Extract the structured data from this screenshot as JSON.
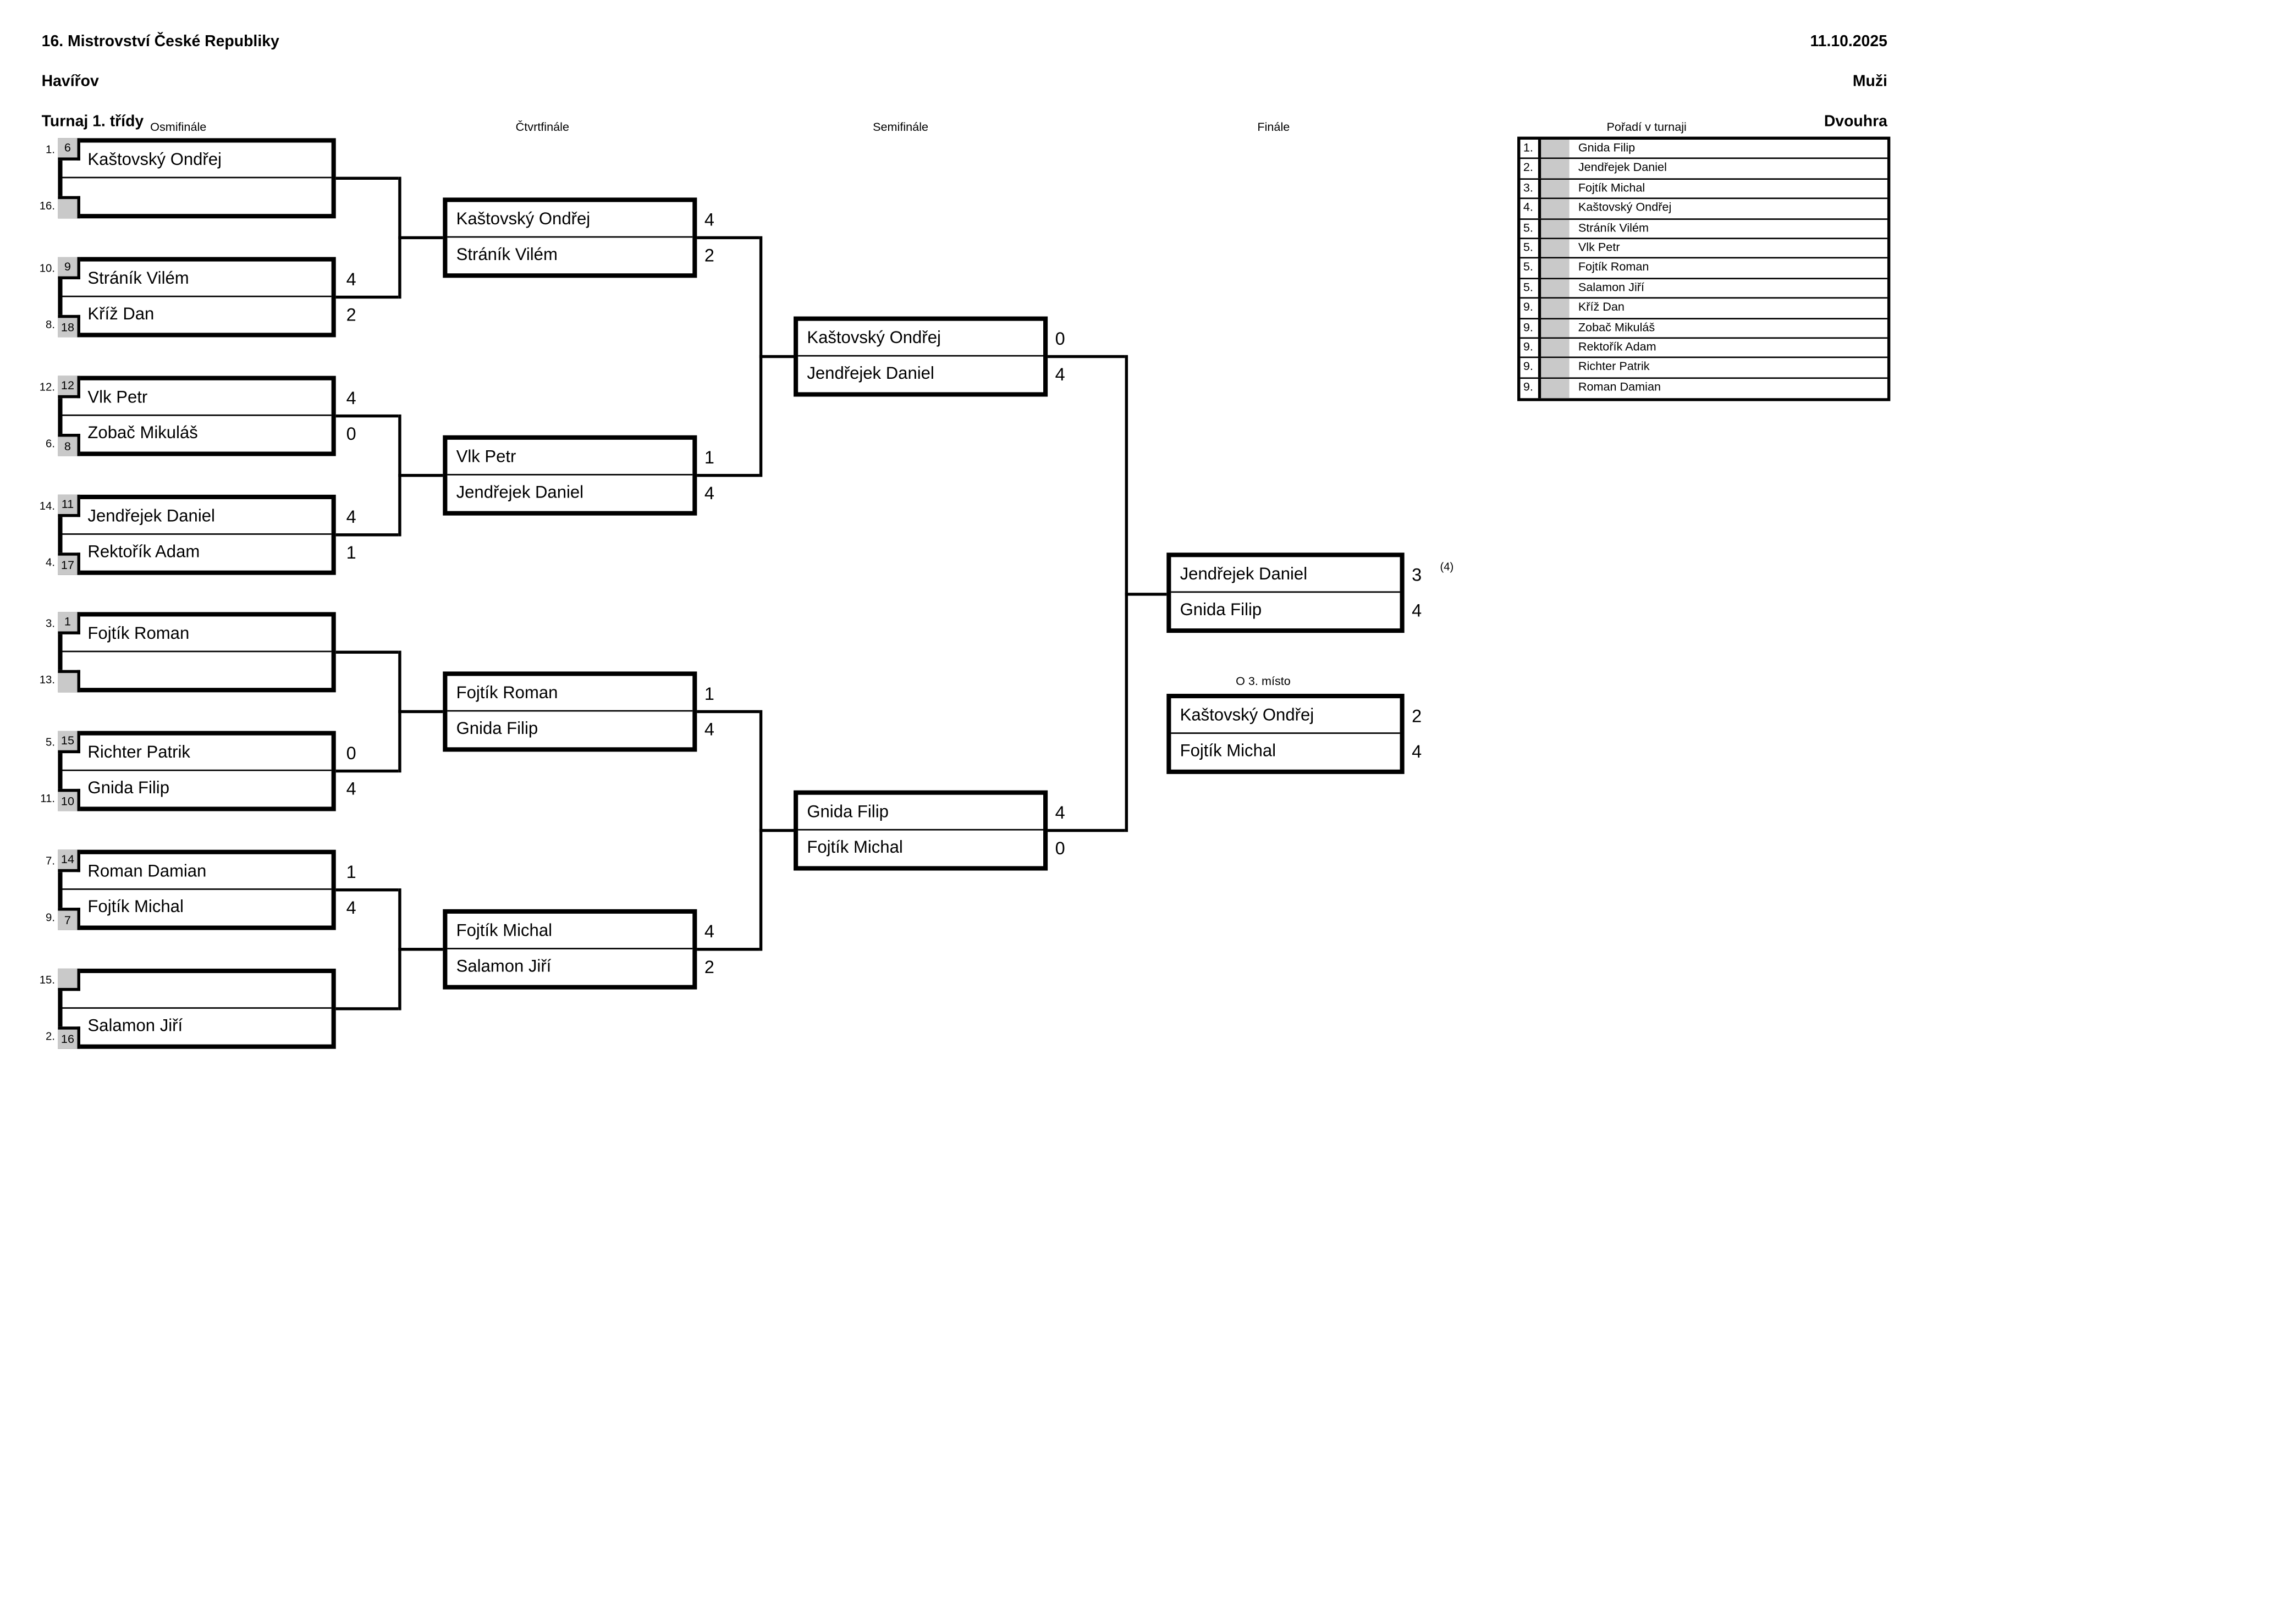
{
  "header": {
    "title": "16. Mistrovství České Republiky",
    "city": "Havířov",
    "subtitle": "Turnaj 1. třídy",
    "date": "11.10.2025",
    "category": "Muži",
    "discipline": "Dvouhra"
  },
  "round_labels": {
    "r16": "Osmifinále",
    "qf": "Čtvrtfinále",
    "sf": "Semifinále",
    "final": "Finále",
    "third": "O 3. místo"
  },
  "colors": {
    "line": "#000000",
    "id_box_gray": "#c9c9c9",
    "background": "#ffffff"
  },
  "bracket": {
    "r16": [
      {
        "seed_top": "1.",
        "id_top": "6",
        "name_top": "Kaštovský Ondřej",
        "score_top": "",
        "seed_bot": "16.",
        "id_bot": "",
        "name_bot": "",
        "score_bot": ""
      },
      {
        "seed_top": "10.",
        "id_top": "9",
        "name_top": "Stráník Vilém",
        "score_top": "4",
        "seed_bot": "8.",
        "id_bot": "18",
        "name_bot": "Kříž Dan",
        "score_bot": "2"
      },
      {
        "seed_top": "12.",
        "id_top": "12",
        "name_top": "Vlk Petr",
        "score_top": "4",
        "seed_bot": "6.",
        "id_bot": "8",
        "name_bot": "Zobač Mikuláš",
        "score_bot": "0"
      },
      {
        "seed_top": "14.",
        "id_top": "11",
        "name_top": "Jendřejek Daniel",
        "score_top": "4",
        "seed_bot": "4.",
        "id_bot": "17",
        "name_bot": "Rektořík Adam",
        "score_bot": "1"
      },
      {
        "seed_top": "3.",
        "id_top": "1",
        "name_top": "Fojtík Roman",
        "score_top": "",
        "seed_bot": "13.",
        "id_bot": "",
        "name_bot": "",
        "score_bot": ""
      },
      {
        "seed_top": "5.",
        "id_top": "15",
        "name_top": "Richter Patrik",
        "score_top": "0",
        "seed_bot": "11.",
        "id_bot": "10",
        "name_bot": "Gnida Filip",
        "score_bot": "4"
      },
      {
        "seed_top": "7.",
        "id_top": "14",
        "name_top": "Roman Damian",
        "score_top": "1",
        "seed_bot": "9.",
        "id_bot": "7",
        "name_bot": "Fojtík Michal",
        "score_bot": "4"
      },
      {
        "seed_top": "15.",
        "id_top": "",
        "name_top": "",
        "score_top": "",
        "seed_bot": "2.",
        "id_bot": "16",
        "name_bot": "Salamon Jiří",
        "score_bot": ""
      }
    ],
    "qf": [
      {
        "name_top": "Kaštovský Ondřej",
        "score_top": "4",
        "name_bot": "Stráník Vilém",
        "score_bot": "2"
      },
      {
        "name_top": "Vlk Petr",
        "score_top": "1",
        "name_bot": "Jendřejek Daniel",
        "score_bot": "4"
      },
      {
        "name_top": "Fojtík Roman",
        "score_top": "1",
        "name_bot": "Gnida Filip",
        "score_bot": "4"
      },
      {
        "name_top": "Fojtík Michal",
        "score_top": "4",
        "name_bot": "Salamon Jiří",
        "score_bot": "2"
      }
    ],
    "sf": [
      {
        "name_top": "Kaštovský Ondřej",
        "score_top": "0",
        "name_bot": "Jendřejek Daniel",
        "score_bot": "4"
      },
      {
        "name_top": "Gnida Filip",
        "score_top": "4",
        "name_bot": "Fojtík Michal",
        "score_bot": "0"
      }
    ],
    "final": {
      "name_top": "Jendřejek Daniel",
      "score_top": "3",
      "note": "(4)",
      "name_bot": "Gnida Filip",
      "score_bot": "4"
    },
    "third": {
      "name_top": "Kaštovský Ondřej",
      "score_top": "2",
      "name_bot": "Fojtík Michal",
      "score_bot": "4"
    }
  },
  "standings": {
    "title": "Pořadí v turnaji",
    "rows": [
      {
        "rank": "1.",
        "name": "Gnida Filip"
      },
      {
        "rank": "2.",
        "name": "Jendřejek Daniel"
      },
      {
        "rank": "3.",
        "name": "Fojtík Michal"
      },
      {
        "rank": "4.",
        "name": "Kaštovský Ondřej"
      },
      {
        "rank": "5.",
        "name": "Stráník Vilém"
      },
      {
        "rank": "5.",
        "name": "Vlk Petr"
      },
      {
        "rank": "5.",
        "name": "Fojtík Roman"
      },
      {
        "rank": "5.",
        "name": "Salamon Jiří"
      },
      {
        "rank": "9.",
        "name": "Kříž Dan"
      },
      {
        "rank": "9.",
        "name": "Zobač Mikuláš"
      },
      {
        "rank": "9.",
        "name": "Rektořík Adam"
      },
      {
        "rank": "9.",
        "name": "Richter Patrik"
      },
      {
        "rank": "9.",
        "name": "Roman Damian"
      }
    ]
  }
}
